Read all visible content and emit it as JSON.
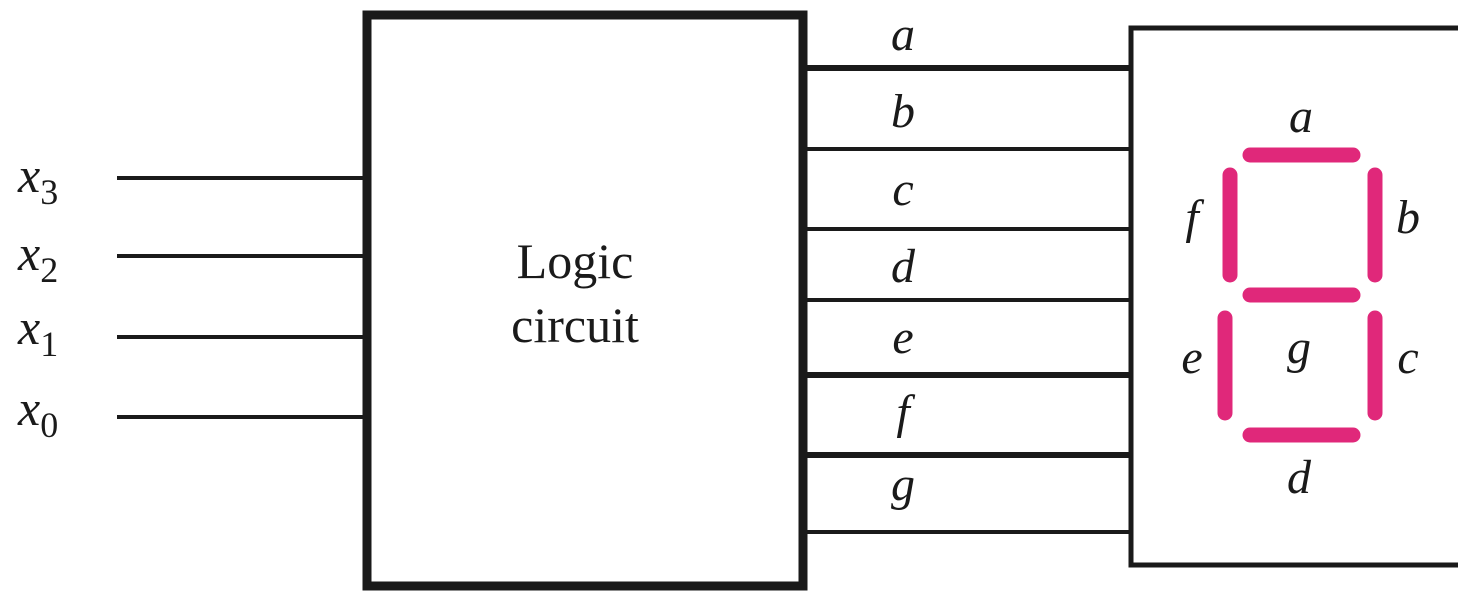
{
  "inputs": [
    {
      "var": "x",
      "sub": "3"
    },
    {
      "var": "x",
      "sub": "2"
    },
    {
      "var": "x",
      "sub": "1"
    },
    {
      "var": "x",
      "sub": "0"
    }
  ],
  "logic_box": {
    "line1": "Logic",
    "line2": "circuit"
  },
  "outputs": [
    "a",
    "b",
    "c",
    "d",
    "e",
    "f",
    "g"
  ],
  "display": {
    "segment_labels": {
      "a": "a",
      "b": "b",
      "c": "c",
      "d": "d",
      "e": "e",
      "f": "f",
      "g": "g"
    }
  },
  "colors": {
    "line": "#1a1a1a",
    "segment": "#e0287a"
  }
}
